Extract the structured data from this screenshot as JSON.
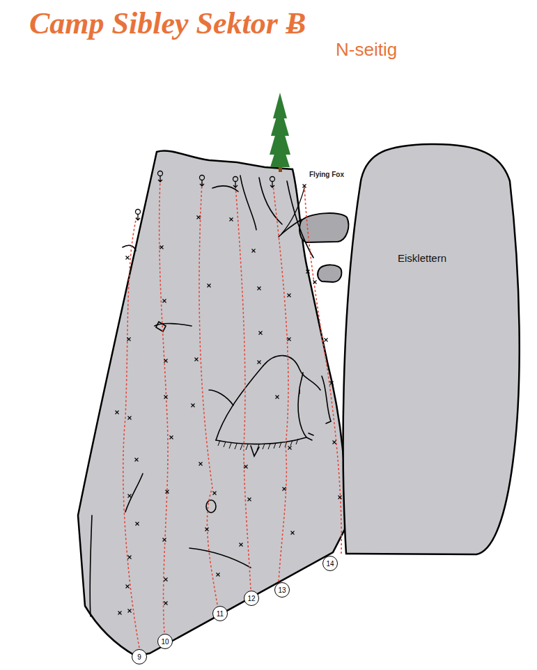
{
  "diagram": {
    "title": "Camp Sibley Sektor Ƀ",
    "nodes": [
      {
        "text": [
          "Eisklettern"
        ]
      },
      {
        "text": [
          "9"
        ]
      },
      {
        "text": [
          "10"
        ]
      },
      {
        "text": [
          "11"
        ]
      },
      {
        "text": [
          "12"
        ]
      },
      {
        "text": [
          "13"
        ]
      },
      {
        "text": [
          "14"
        ]
      }
    ],
    "labels": [
      "N-seitig",
      "Flying Fox"
    ]
  }
}
